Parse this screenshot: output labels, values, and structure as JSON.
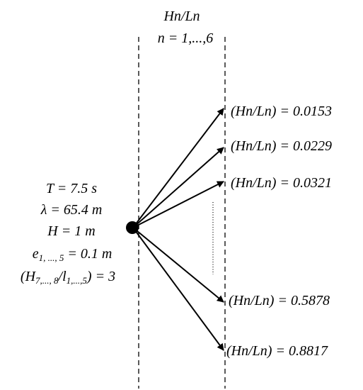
{
  "header": {
    "line1": "Hn/Ln",
    "line2": "n = 1,...,6"
  },
  "params": {
    "period": "T = 7.5 s",
    "wavelength": "λ = 65.4 m",
    "height": "H = 1 m",
    "e_main": "e",
    "e_sub": "1, ..., 5",
    "e_val": " = 0.1 m",
    "r_open": "(H",
    "r_sub1": "7,..., 8",
    "r_mid": "/l",
    "r_sub2": "1,...,5",
    "r_close": ") = 3"
  },
  "ratios": [
    "(Hn/Ln) = 0.0153",
    "(Hn/Ln) = 0.0229",
    "(Hn/Ln) = 0.0321",
    "(Hn/Ln) = 0.5878",
    "(Hn/Ln) = 0.8817"
  ]
}
